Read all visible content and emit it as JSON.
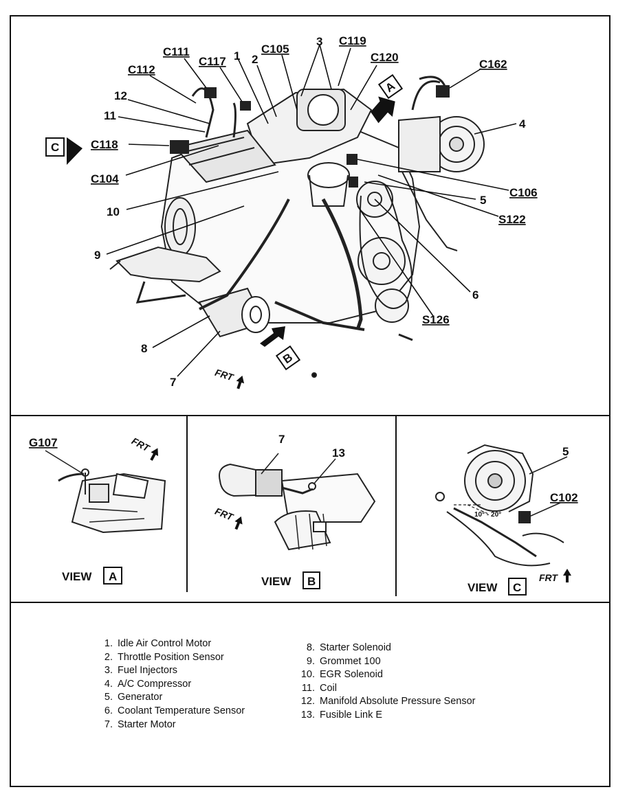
{
  "connectors": {
    "c111": "C111",
    "c112": "C112",
    "c117": "C117",
    "c105": "C105",
    "c119": "C119",
    "c120": "C120",
    "c162": "C162",
    "c118": "C118",
    "c104": "C104",
    "c106": "C106",
    "s122": "S122",
    "s126": "S126",
    "g107": "G107",
    "c102": "C102"
  },
  "callouts": {
    "n1": "1",
    "n2": "2",
    "n3": "3",
    "n4": "4",
    "n5": "5",
    "n6": "6",
    "n7": "7",
    "n8": "8",
    "n9": "9",
    "n10": "10",
    "n11": "11",
    "n12": "12",
    "n13": "13",
    "va_7": "7",
    "vc_5": "5"
  },
  "view_tags": {
    "a": "A",
    "b": "B",
    "c": "C"
  },
  "frt_label": "FRT",
  "views": [
    {
      "word": "VIEW",
      "letter": "A"
    },
    {
      "word": "VIEW",
      "letter": "B"
    },
    {
      "word": "VIEW",
      "letter": "C"
    }
  ],
  "angle_note": "10° - 20°",
  "legend_left": [
    {
      "n": "1.",
      "text": "Idle Air Control Motor"
    },
    {
      "n": "2.",
      "text": "Throttle Position Sensor"
    },
    {
      "n": "3.",
      "text": "Fuel Injectors"
    },
    {
      "n": "4.",
      "text": "A/C Compressor"
    },
    {
      "n": "5.",
      "text": "Generator"
    },
    {
      "n": "6.",
      "text": "Coolant Temperature Sensor"
    },
    {
      "n": "7.",
      "text": "Starter Motor"
    }
  ],
  "legend_right": [
    {
      "n": "8.",
      "text": "Starter Solenoid"
    },
    {
      "n": "9.",
      "text": "Grommet 100"
    },
    {
      "n": "10.",
      "text": "EGR Solenoid"
    },
    {
      "n": "11.",
      "text": "Coil"
    },
    {
      "n": "12.",
      "text": "Manifold Absolute Pressure Sensor"
    },
    {
      "n": "13.",
      "text": "Fusible Link E"
    }
  ]
}
